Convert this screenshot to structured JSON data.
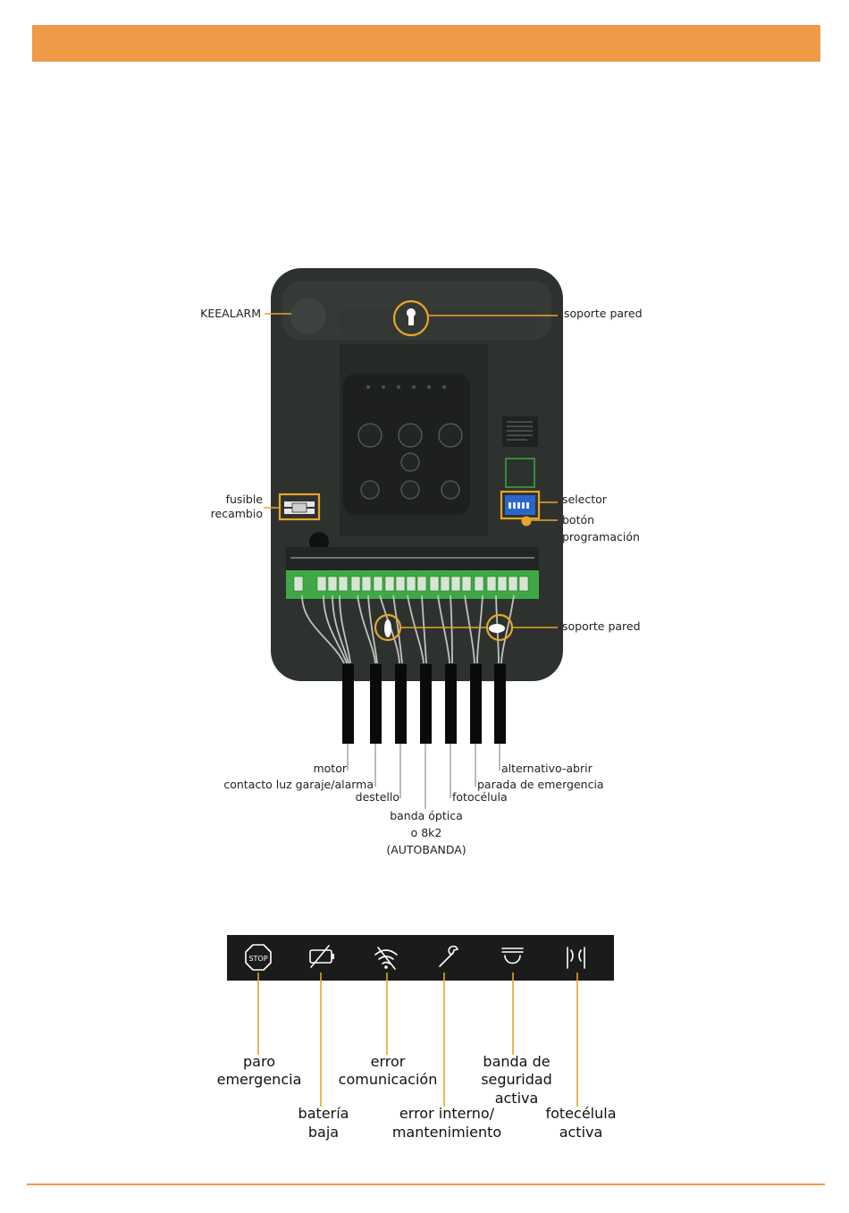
{
  "colors": {
    "accent": "#ef9a47",
    "leader": "#e8a42a",
    "device": "#2e322f",
    "terminal_green": "#3fa845",
    "selector_blue": "#2b67c9"
  },
  "device": {
    "labels": {
      "keealarm": "KEEALARM",
      "wall_mount_top": "soporte pared",
      "fuse": [
        "fusible",
        "recambio"
      ],
      "selector": "selector",
      "program_button": [
        "botón",
        "programación"
      ],
      "wall_mount_bottom": "soporte pared"
    },
    "cables": {
      "motor": "motor",
      "garage_light": "contacto luz garaje/alarma",
      "flash": "destello",
      "optical_band": [
        "banda óptica",
        "o 8k2",
        "(AUTOBANDA)"
      ],
      "photocell": "fotocélula",
      "emergency_stop": "parada de emergencia",
      "alt_open": "alternativo-abrir"
    }
  },
  "indicators": [
    {
      "icon": "stop-icon",
      "glyph": "STOP",
      "label": [
        "paro",
        "emergencia"
      ]
    },
    {
      "icon": "battery-low-icon",
      "label": [
        "batería",
        "baja"
      ]
    },
    {
      "icon": "wifi-error-icon",
      "label": [
        "error",
        "comunicación"
      ]
    },
    {
      "icon": "wrench-icon",
      "label": [
        "error interno/",
        "mantenimiento"
      ]
    },
    {
      "icon": "safety-band-icon",
      "label": [
        "banda de",
        "seguridad",
        "activa"
      ]
    },
    {
      "icon": "photocell-icon",
      "label": [
        "fotecélula",
        "activa"
      ]
    }
  ]
}
